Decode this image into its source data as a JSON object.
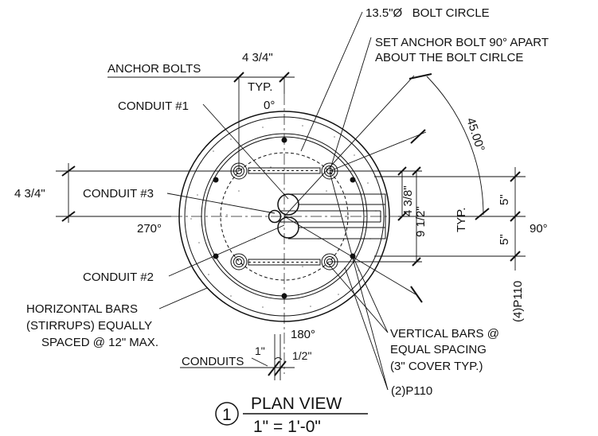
{
  "labels": {
    "bolt_circle": "13.5\"Ø   BOLT CIRCLE",
    "set_anchor_1": "SET ANCHOR BOLT 90° APART",
    "set_anchor_2": "ABOUT THE BOLT CIRLCE",
    "anchor_bolts": "ANCHOR BOLTS",
    "dim_4_34_top": "4 3/4\"",
    "typ_top": "TYP.",
    "angle_0": "0°",
    "conduit_1": "CONDUIT #1",
    "angle_45": "45.00°",
    "conduit_3": "CONDUIT #3",
    "dim_4_34_left": "4 3/4\"",
    "dim_4_38": "4 3/8\"",
    "dim_9_12": "9 1/2\"",
    "typ_right": "TYP.",
    "dim_5_top": "5\"",
    "dim_5_bottom": "5\"",
    "angle_270": "270°",
    "angle_90": "90°",
    "conduit_2": "CONDUIT #2",
    "p110_right": "(4)P110",
    "horiz_1": "HORIZONTAL BARS",
    "horiz_2": "(STIRRUPS) EQUALLY",
    "horiz_3": "SPACED @ 12\" MAX.",
    "angle_180": "180°",
    "vert_1": "VERTICAL BARS @",
    "vert_2": "EQUAL SPACING",
    "vert_3": "(3\" COVER TYP.)",
    "dim_1": "1\"",
    "conduits": "CONDUITS",
    "dim_1_2": "1/2\"",
    "p110_bottom": "(2)P110",
    "view_number": "1",
    "view_title": "PLAN VIEW",
    "view_scale": "1\" = 1'-0\""
  }
}
